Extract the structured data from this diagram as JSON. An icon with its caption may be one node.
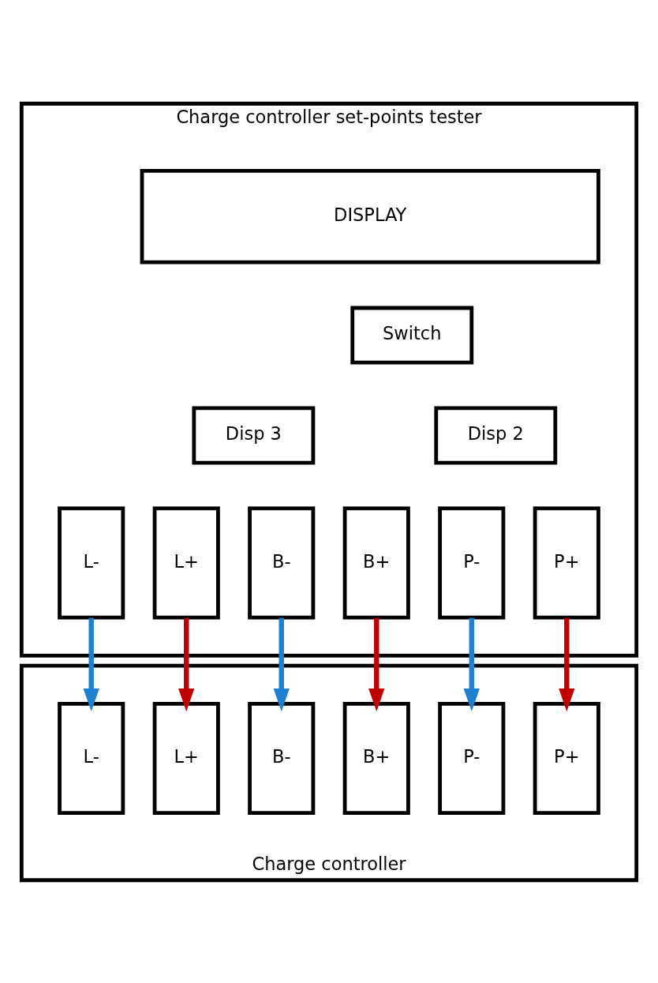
{
  "diagram": {
    "nodes": [
      {
        "text": [
          "Charge controller set-points tester"
        ]
      },
      {
        "text": [
          "DISPLAY"
        ],
        "in": 0
      },
      {
        "text": [
          "Switch"
        ],
        "in": 0
      },
      {
        "text": [
          "Disp 2"
        ],
        "in": 0
      },
      {
        "text": [
          "Disp 3"
        ],
        "in": 0
      },
      {
        "text": [
          "P+"
        ],
        "in": 0
      },
      {
        "text": [
          "P-"
        ],
        "in": 0
      },
      {
        "text": [
          "B+"
        ],
        "in": 0
      },
      {
        "text": [
          "B-"
        ],
        "in": 0
      },
      {
        "text": [
          "L+"
        ],
        "in": 0
      },
      {
        "text": [
          "L-"
        ],
        "in": 0
      },
      {
        "text": [
          "Charge controller"
        ]
      },
      {
        "text": [
          "P+"
        ],
        "in": 11
      },
      {
        "text": [
          "P-"
        ],
        "in": 11
      },
      {
        "text": [
          "B+"
        ],
        "in": 11
      },
      {
        "text": [
          "B-"
        ],
        "in": 11
      },
      {
        "text": [
          "L+"
        ],
        "in": 11
      },
      {
        "text": [
          "L-"
        ],
        "in": 11
      }
    ],
    "edges": [
      {
        "from": 5,
        "to": 12,
        "arrow": "to",
        "color": "#c00000"
      },
      {
        "from": 6,
        "to": 13,
        "arrow": "to",
        "color": "#1f7fd0"
      },
      {
        "from": 7,
        "to": 14,
        "arrow": "to",
        "color": "#c00000"
      },
      {
        "from": 8,
        "to": 15,
        "arrow": "to",
        "color": "#1f7fd0"
      },
      {
        "from": 9,
        "to": 16,
        "arrow": "to",
        "color": "#c00000"
      },
      {
        "from": 10,
        "to": 17,
        "arrow": "to",
        "color": "#1f7fd0"
      }
    ]
  }
}
